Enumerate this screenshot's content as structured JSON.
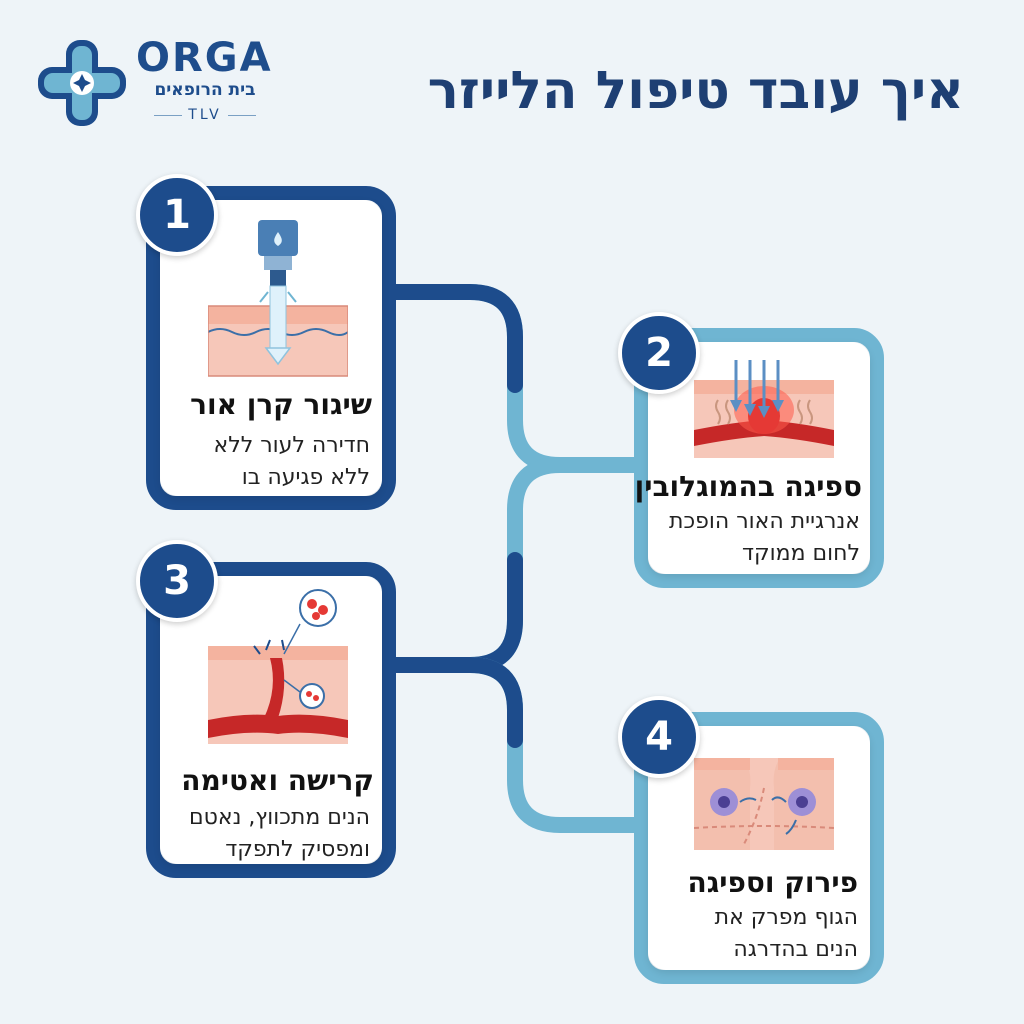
{
  "logo": {
    "name": "ORGA",
    "subtitle": "בית הרופאים",
    "city": "TLV"
  },
  "title": "איך עובד טיפול הלייזר",
  "steps": [
    {
      "number": "1",
      "title": "שיגור קרן אור",
      "text_lines": [
        "חדירה לעור ללא",
        "ללא פגיעה בו"
      ],
      "illustration": "laser-beam-into-skin"
    },
    {
      "number": "2",
      "title": "ספיגה בהמוגלובין",
      "text_lines": [
        "אנרגיית האור הופכת",
        "לחום ממוקד"
      ],
      "illustration": "heat-absorption-in-vessel"
    },
    {
      "number": "3",
      "title": "קרישה ואטימה",
      "text_lines": [
        "הנים מתכווץ, נאטם",
        "ומפסיק לתפקד"
      ],
      "illustration": "vessel-coagulation"
    },
    {
      "number": "4",
      "title": "פירוק וספיגה",
      "text_lines": [
        "הגוף מפרק את",
        "הנים בהדרגה"
      ],
      "illustration": "cells-clearing-vessel"
    }
  ],
  "colors": {
    "dark_blue": "#1d4c8c",
    "light_blue": "#6fb5d2",
    "background": "#eef4f8",
    "title": "#1e3f73"
  }
}
